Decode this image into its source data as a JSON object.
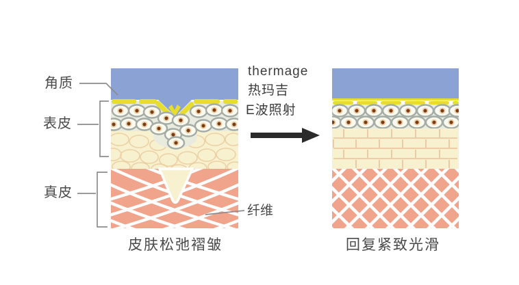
{
  "diagram": {
    "title_semantic": "thermage skin tightening before/after diagram",
    "labels": {
      "stratum_corneum": "角质",
      "epidermis": "表皮",
      "dermis": "真皮",
      "fiber": "纤维"
    },
    "process": {
      "line1": "thermage",
      "line2": "热玛吉",
      "line3": "E波照射"
    },
    "captions": {
      "before": "皮肤松弛褶皱",
      "after": "回复紧致光滑"
    },
    "colors": {
      "stratum_blue": "#8BA3D4",
      "lipid_yellow": "#E6DD2F",
      "cell_band": "#E9EBDF",
      "cell_fill": "#FBFAEE",
      "cell_stroke": "#A3ACA6",
      "cell_halo": "#E9D3B2",
      "cell_nucleus": "#7C3D10",
      "basal_cream": "#F8F1CF",
      "basal_outline": "#ECD0A4",
      "brick_outline": "#E9C09C",
      "dermis_pink": "#F1A48C",
      "fiber_white": "#FFFFFF",
      "pointer_gray": "#8C8C8C",
      "arrow": "#2B2B2B",
      "text": "#4A4A4A",
      "text_dark": "#3C3C3C"
    }
  }
}
